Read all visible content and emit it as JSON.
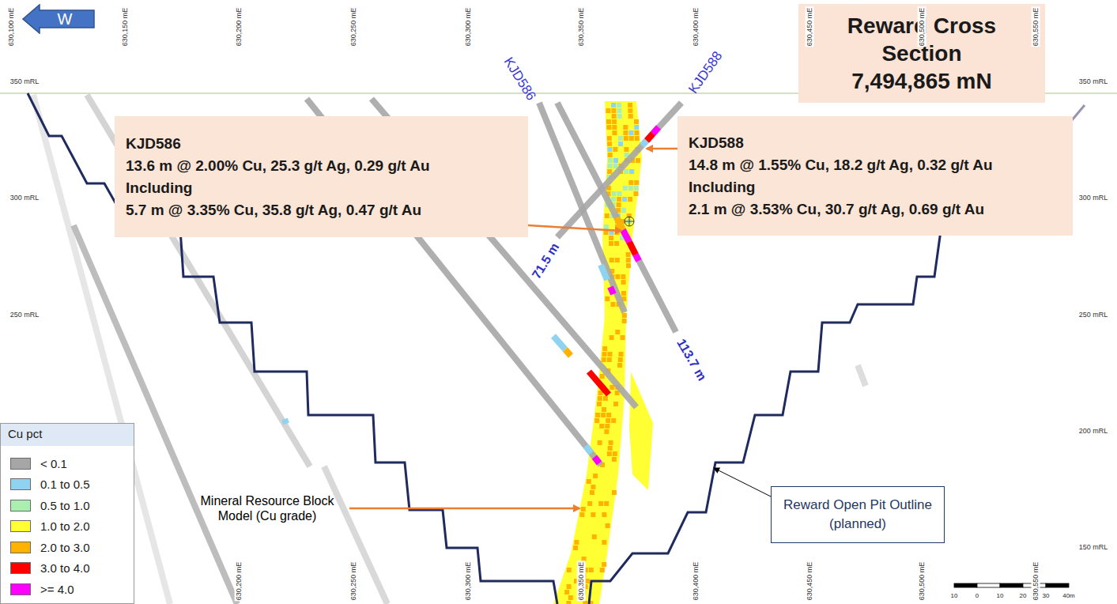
{
  "diagram": {
    "title": "Reward Cross Section 7,494,865 mN",
    "nodes": [
      {
        "text": [
          "W"
        ]
      },
      {
        "text": [
          "KJD586",
          "13.6 m @ 2.00% Cu, 25.3 g/t Ag, 0.29 g/t Au",
          "Including",
          "5.7 m @ 3.35% Cu, 35.8 g/t Ag, 0.47 g/t Au"
        ]
      },
      {
        "text": [
          "KJD588",
          "14.8 m @ 1.55% Cu, 18.2 g/t Ag, 0.32 g/t Au",
          "Including",
          "2.1 m @ 3.53% Cu, 30.7 g/t Ag, 0.69 g/t Au"
        ]
      },
      {
        "text": [
          "Reward Open Pit Outline (planned)"
        ]
      }
    ],
    "labels": [
      "630,100 mE",
      "630,150 mE",
      "630,200 mE",
      "630,250 mE",
      "630,300 mE",
      "630,350 mE",
      "630,400 mE",
      "630,450 mE",
      "630,500 mE",
      "630,550 mE",
      "630,200 mE",
      "630,250 mE",
      "630,300 mE",
      "630,350 mE",
      "630,400 mE",
      "630,450 mE",
      "630,500 mE",
      "630,550 mE",
      "350 mRL",
      "300 mRL",
      "250 mRL",
      "350 mRL",
      "300 mRL",
      "250 mRL",
      "200 mRL",
      "150 mRL",
      "KJD586",
      "KJD588",
      "71.5 m",
      "113.7 m",
      "Mineral Resource Block Model (Cu grade)",
      "Cu pct",
      "10",
      "0",
      "10",
      "20",
      "30",
      "40m"
    ],
    "legend": [
      {
        "text": "< 0.1",
        "color": "#a6a6a6"
      },
      {
        "text": "0.1 to 0.5",
        "color": "#8fd3f0"
      },
      {
        "text": "0.5 to 1.0",
        "color": "#a9f0b0"
      },
      {
        "text": "1.0 to 2.0",
        "color": "#ffff33"
      },
      {
        "text": "2.0 to 3.0",
        "color": "#ffb300"
      },
      {
        "text": "3.0 to 4.0",
        "color": "#ff0000"
      },
      {
        "text": ">= 4.0",
        "color": "#ff00ff"
      }
    ]
  }
}
